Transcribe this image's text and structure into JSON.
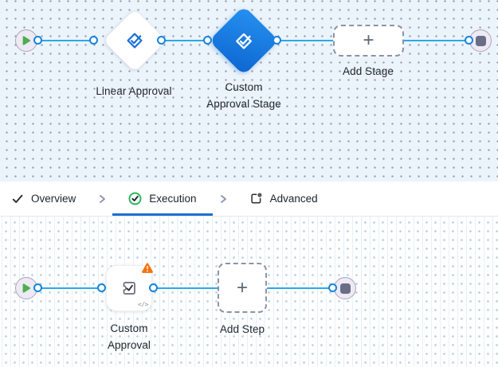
{
  "canvas_top": {
    "nodes": {
      "start": {
        "type": "start"
      },
      "linear_approval": {
        "label": "Linear Approval"
      },
      "custom_approval_stage": {
        "label_line1": "Custom",
        "label_line2": "Approval Stage",
        "selected": true
      },
      "add_stage": {
        "label": "Add Stage",
        "plus": "+"
      },
      "end": {
        "type": "end"
      }
    }
  },
  "tabs": {
    "items": [
      {
        "label": "Overview",
        "icon": "check-icon",
        "active": false
      },
      {
        "label": "Execution",
        "icon": "check-circle-icon",
        "active": true
      },
      {
        "label": "Advanced",
        "icon": "settings-box-icon",
        "active": false
      }
    ]
  },
  "canvas_bottom": {
    "nodes": {
      "start": {
        "type": "start"
      },
      "custom_approval": {
        "label_line1": "Custom",
        "label_line2": "Approval",
        "has_warning": true,
        "code_badge": "</>"
      },
      "add_step": {
        "label": "Add Step",
        "plus": "+"
      },
      "end": {
        "type": "end"
      }
    }
  },
  "colors": {
    "edge_blue": "#2ba9e9",
    "port_blue": "#1583dd",
    "selected_node_blue": "#0d66d0",
    "active_tab_underline": "#1b6fd6",
    "execution_green": "#2cb85a",
    "warning_orange": "#f5740e",
    "play_green": "#4cae4f",
    "stop_gray": "#6a6d86",
    "canvas_top_bg": "#ecf4fb"
  }
}
